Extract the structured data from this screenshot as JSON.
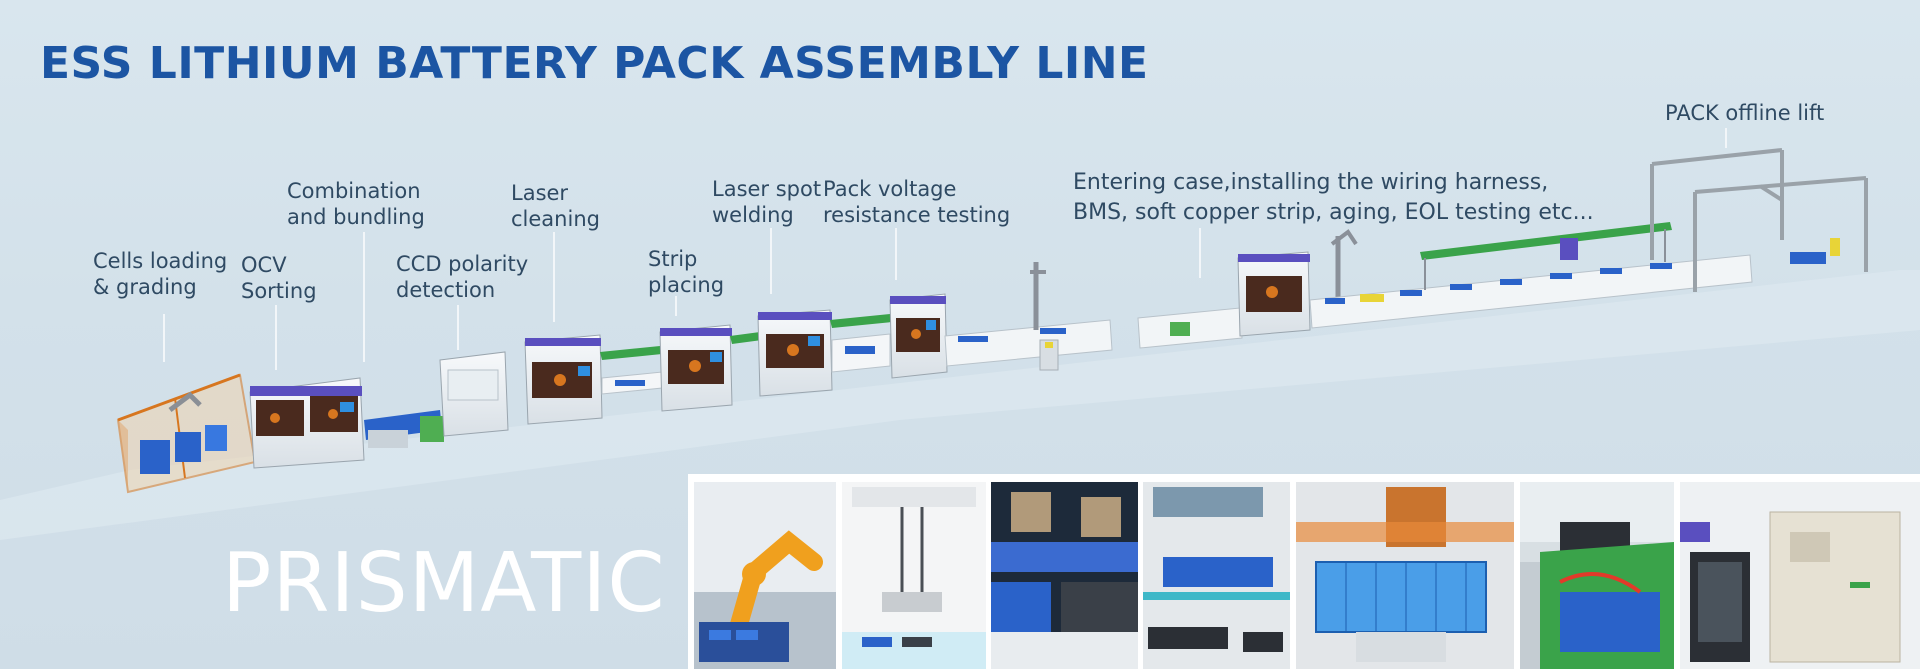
{
  "title": "ESS LITHIUM BATTERY PACK ASSEMBLY LINE",
  "subtitle": "PRISMATIC",
  "stations": [
    {
      "label": "Cells loading\n& grading"
    },
    {
      "label": "OCV\nSorting"
    },
    {
      "label": "Combination\nand bundling"
    },
    {
      "label": "CCD polarity\ndetection"
    },
    {
      "label": "Laser\ncleaning"
    },
    {
      "label": "Strip\nplacing"
    },
    {
      "label": "Laser spot\nwelding"
    },
    {
      "label": "Pack voltage\nresistance testing"
    },
    {
      "label": "Entering case,installing the wiring harness,\nBMS, soft copper strip, aging, EOL testing etc..."
    },
    {
      "label": "PACK offline lift"
    }
  ],
  "photos": [
    {
      "icon": "robot-arm-photo-icon"
    },
    {
      "icon": "laser-welder-photo-icon"
    },
    {
      "icon": "cell-stacking-photo-icon"
    },
    {
      "icon": "ccd-inspection-photo-icon"
    },
    {
      "icon": "battery-module-photo-icon"
    },
    {
      "icon": "conveyor-photo-icon"
    },
    {
      "icon": "aging-chamber-photo-icon"
    }
  ],
  "colors": {
    "title": "#1c55a3",
    "label": "#2f4a63",
    "machine_body": "#eef2f5",
    "machine_accent": "#5a4fbf",
    "screen": "#2f8fe0",
    "guard": "#d7761f",
    "green_rail": "#3aa34a",
    "background": "#d5e2eb"
  }
}
